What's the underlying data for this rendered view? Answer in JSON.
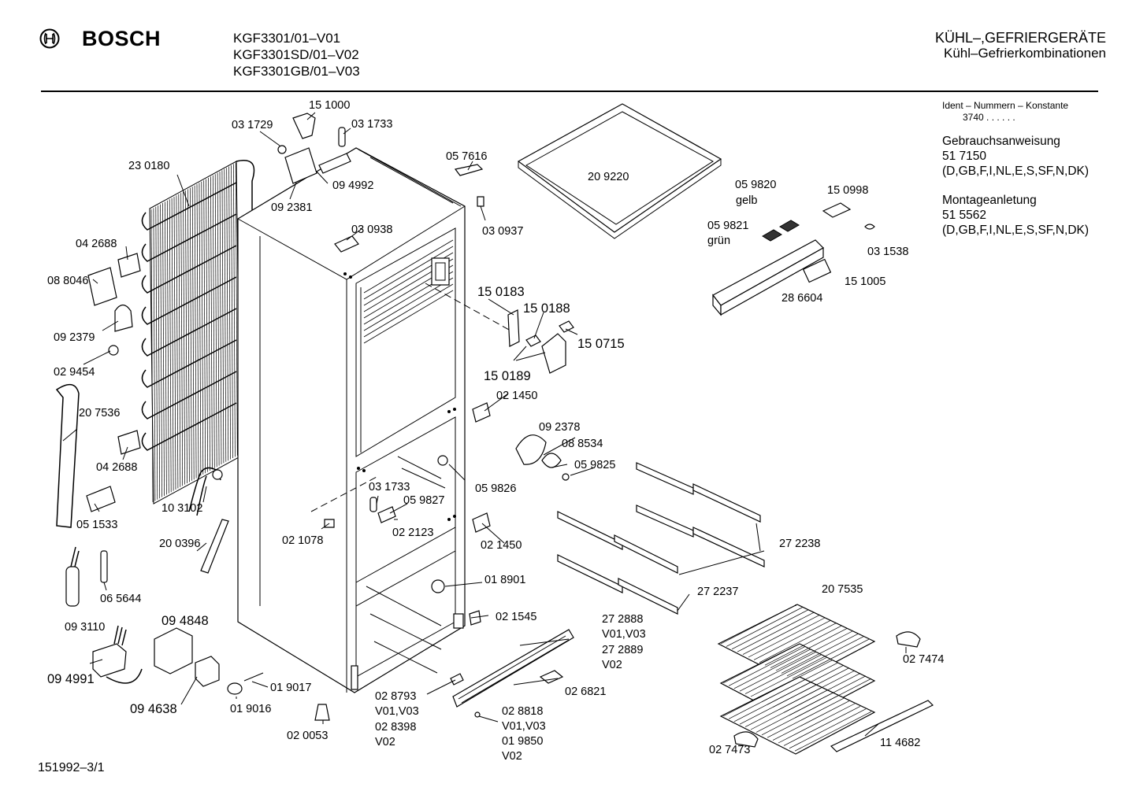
{
  "header": {
    "brand": "BOSCH",
    "models": [
      "KGF3301/01–V01",
      "KGF3301SD/01–V02",
      "KGF3301GB/01–V03"
    ],
    "category": "KÜHL–,GEFRIERGERÄTE",
    "subcategory": "Kühl–Gefrierkombinationen"
  },
  "info": {
    "ident_label": "Ident – Nummern – Konstante",
    "ident_value": "3740  .  .    .  .  .  .",
    "manual_label": "Gebrauchsanweisung",
    "manual_number": "51 7150",
    "manual_langs": "(D,GB,F,I,NL,E,S,SF,N,DK)",
    "mount_label": "Montageanletung",
    "mount_number": "51 5562",
    "mount_langs": "(D,GB,F,I,NL,E,S,SF,N,DK)"
  },
  "footer": "151992–3/1",
  "labels": {
    "p151000": "15 1000",
    "p031729": "03 1729",
    "p031733a": "03 1733",
    "p230180": "23 0180",
    "p094992": "09 4992",
    "p092381": "09 2381",
    "p057616": "05 7616",
    "p030937": "03 0937",
    "p209220": "20 9220",
    "p059820": "05 9820",
    "gelb": "gelb",
    "p150998": "15 0998",
    "p059821": "05 9821",
    "gruen": "grün",
    "p031538": "03 1538",
    "p151005": "15 1005",
    "p286604": "28 6604",
    "p042688a": "04 2688",
    "p088046": "08 8046",
    "p030938": "03 0938",
    "p150183": "15 0183",
    "p150188": "15 0188",
    "p150715": "15 0715",
    "p150189": "15 0189",
    "p092379": "09 2379",
    "p029454": "02 9454",
    "p207536": "20 7536",
    "p021450a": "02 1450",
    "p092378": "09 2378",
    "p088534": "08 8534",
    "p059825": "05 9825",
    "p042688b": "04 2688",
    "p031733b": "03 1733",
    "p059826": "05 9826",
    "p059827": "05 9827",
    "p103102": "10 3102",
    "p051533": "05 1533",
    "p022123": "02 2123",
    "p021078": "02 1078",
    "p021450b": "02 1450",
    "p272238": "27 2238",
    "p200396": "20 0396",
    "p065644": "06 5644",
    "p018901": "01 8901",
    "p272237": "27 2237",
    "p093110": "09 3110",
    "p207535": "20 7535",
    "p094848": "09 4848",
    "p021545": "02 1545",
    "p272888": "27 2888",
    "v0103a": "V01,V03",
    "p272889": "27 2889",
    "v02a": "V02",
    "p094991": "09 4991",
    "p019017": "01 9017",
    "p026821": "02 6821",
    "p027474": "02 7474",
    "p094638": "09 4638",
    "p019016": "01 9016",
    "p028793": "02 8793",
    "v0103b": "V01,V03",
    "p028398": "02 8398",
    "v02b": "V02",
    "p028818": "02 8818",
    "v0103c": "V01,V03",
    "p019850": "01 9850",
    "v02c": "V02",
    "p020053": "02 0053",
    "p027473": "02 7473",
    "p114682": "11 4682"
  }
}
